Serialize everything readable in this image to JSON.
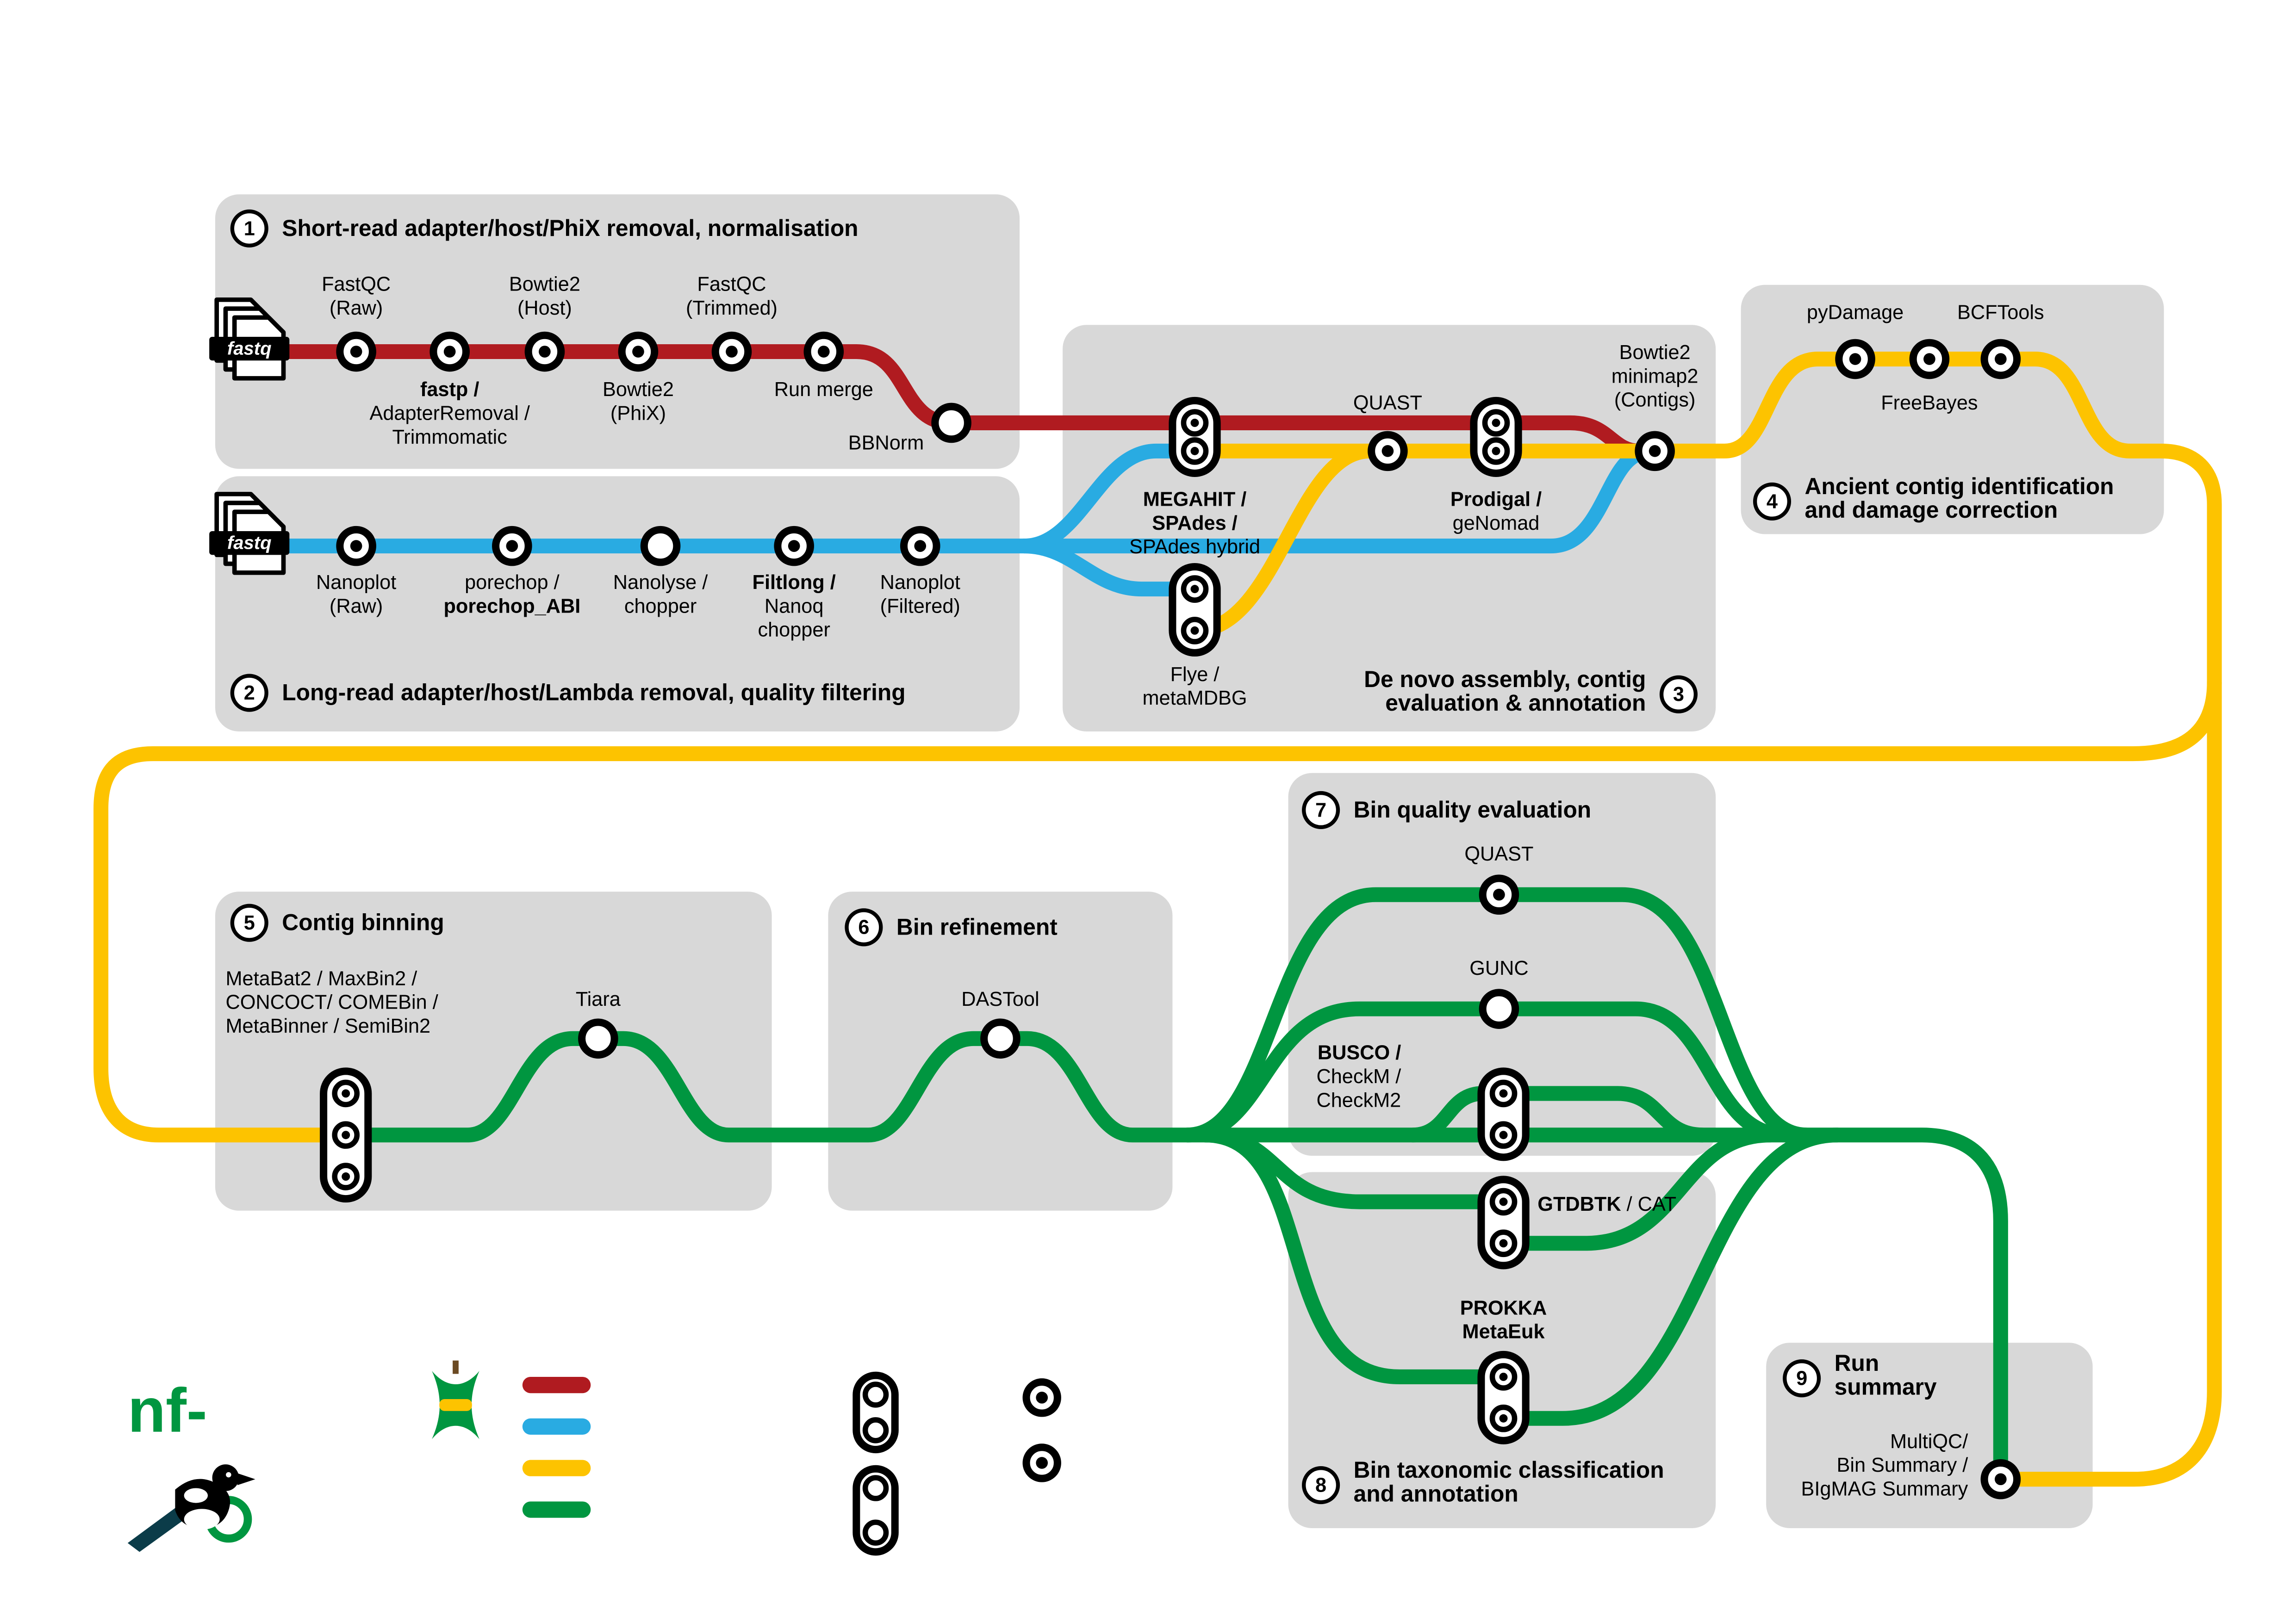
{
  "colors": {
    "red": "#b01b20",
    "blue": "#29abe2",
    "yellow": "#fdc300",
    "green": "#009640",
    "box": "#d8d8d8",
    "ink": "#000000"
  },
  "logo": {
    "brand": "nf-"
  },
  "file_inputs": {
    "short_reads": "fastq",
    "long_reads": "fastq"
  },
  "stages": {
    "s1": {
      "num": "1",
      "title": "Short-read adapter/host/PhiX removal, normalisation"
    },
    "s2": {
      "num": "2",
      "title": "Long-read adapter/host/Lambda removal, quality filtering"
    },
    "s3": {
      "num": "3",
      "title_l1": "De novo assembly, contig",
      "title_l2": "evaluation & annotation"
    },
    "s4": {
      "num": "4",
      "title_l1": "Ancient contig identification",
      "title_l2": "and damage correction"
    },
    "s5": {
      "num": "5",
      "title": "Contig binning"
    },
    "s6": {
      "num": "6",
      "title": "Bin refinement"
    },
    "s7": {
      "num": "7",
      "title": "Bin quality evaluation"
    },
    "s8": {
      "num": "8",
      "title_l1": "Bin taxonomic classification",
      "title_l2": "and annotation"
    },
    "s9": {
      "num": "9",
      "title_l1": "Run",
      "title_l2": "summary"
    }
  },
  "stations": {
    "fastqc_raw": {
      "l1": "FastQC",
      "l2": "(Raw)"
    },
    "fastp": {
      "l1": "fastp /",
      "l2": "AdapterRemoval /",
      "l3": "Trimmomatic"
    },
    "bowtie2_host": {
      "l1": "Bowtie2",
      "l2": "(Host)"
    },
    "bowtie2_phix": {
      "l1": "Bowtie2",
      "l2": "(PhiX)"
    },
    "fastqc_trimmed": {
      "l1": "FastQC",
      "l2": "(Trimmed)"
    },
    "run_merge": {
      "l1": "Run merge"
    },
    "bbnorm": {
      "l1": "BBNorm"
    },
    "nanoplot_raw": {
      "l1": "Nanoplot",
      "l2": "(Raw)"
    },
    "porechop": {
      "l1": "porechop /",
      "l2": "porechop_ABI"
    },
    "nanolyse": {
      "l1": "Nanolyse /",
      "l2": "chopper"
    },
    "filtlong": {
      "l1": "Filtlong /",
      "l2": "Nanoq",
      "l3": "chopper"
    },
    "nanoplot_filtered": {
      "l1": "Nanoplot",
      "l2": "(Filtered)"
    },
    "megahit": {
      "l1": "MEGAHIT /",
      "l2": "SPAdes /",
      "l3": "SPAdes hybrid"
    },
    "quast_assembly": {
      "l1": "QUAST"
    },
    "prodigal": {
      "l1": "Prodigal /",
      "l2": "geNomad"
    },
    "flye": {
      "l1": "Flye /",
      "l2": "metaMDBG"
    },
    "bowtie2_contigs": {
      "l1": "Bowtie2",
      "l2": "minimap2",
      "l3": "(Contigs)"
    },
    "pydamage": {
      "l1": "pyDamage"
    },
    "freebayes": {
      "l1": "FreeBayes"
    },
    "bcftools": {
      "l1": "BCFTools"
    },
    "binners": {
      "l1": "MetaBat2 / MaxBin2 /",
      "l2": "CONCOCT/ COMEBin /",
      "l3": "MetaBinner / SemiBin2"
    },
    "tiara": {
      "l1": "Tiara"
    },
    "dastool": {
      "l1": "DASTool"
    },
    "quast_bins": {
      "l1": "QUAST"
    },
    "gunc": {
      "l1": "GUNC"
    },
    "busco": {
      "l1": "BUSCO /",
      "l2": "CheckM /",
      "l3": "CheckM2"
    },
    "gtdbtk": {
      "label_bold": "GTDBTK",
      "label_rest": " / CAT"
    },
    "prokka": {
      "l1": "PROKKA",
      "l2": "MetaEuk"
    },
    "summary": {
      "l1": "MultiQC/",
      "l2": "Bin Summary /",
      "l3": "BIgMAG Summary"
    }
  }
}
